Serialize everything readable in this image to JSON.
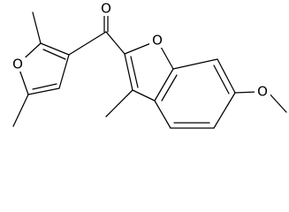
{
  "structure": {
    "atoms": [
      {
        "name": "ketone-oxygen-label",
        "element": "O"
      },
      {
        "name": "furan-oxygen-label",
        "element": "O"
      },
      {
        "name": "benzofuran-oxygen-label",
        "element": "O"
      },
      {
        "name": "methoxy-oxygen-label",
        "element": "O"
      }
    ]
  }
}
